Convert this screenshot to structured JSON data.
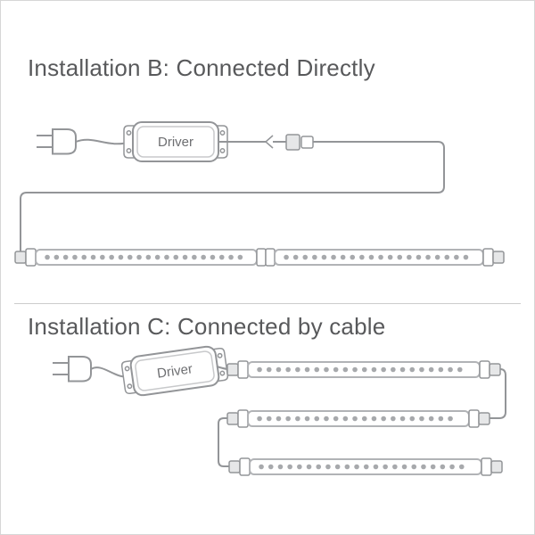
{
  "page": {
    "background": "#ffffff",
    "border_color": "#d6d6d6"
  },
  "colors": {
    "title_text": "#58595b",
    "line": "#939598",
    "strip_outline": "#b1b3b6",
    "led_dot": "#a7a9ac",
    "connector_fill": "#e6e7e8",
    "driver_text": "#6d6e71",
    "divider": "#cccccc"
  },
  "sections": {
    "b": {
      "title": "Installation B: Connected Directly",
      "driver_label": "Driver",
      "strip_count": 2,
      "leds_per_strip": 22,
      "connection_type": "direct"
    },
    "c": {
      "title": "Installation C: Connected by cable",
      "driver_label": "Driver",
      "strip_count": 3,
      "leds_per_strip": 22,
      "connection_type": "cable"
    }
  }
}
